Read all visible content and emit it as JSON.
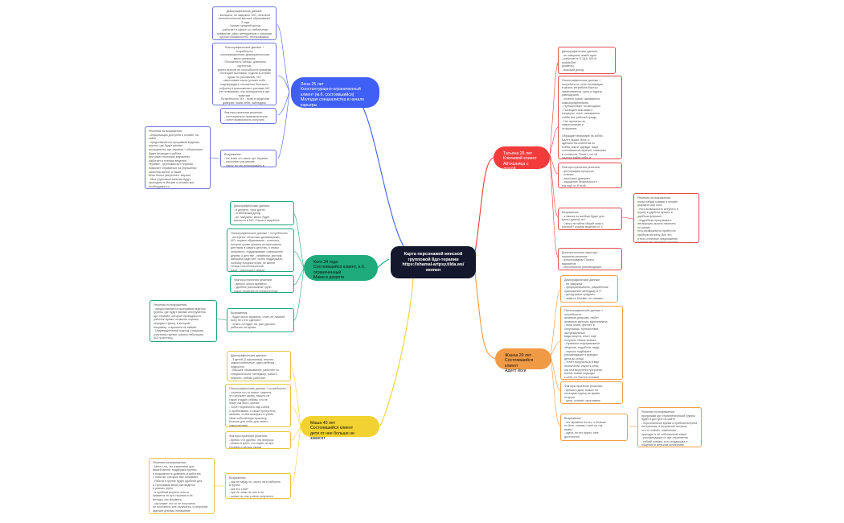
{
  "root": {
    "title": "Карта персонажей женской\nгрупповой 8дл-терапии\nhttps://shamal-artpsy.tilda.ws/\nwomen"
  },
  "branches": {
    "lena": {
      "title": "Лена 25 лет\nКонстантурарно-ограниченный\nклиент (м.б. состоявшийся)\nМолодая специалистка в начале\nкарьеры",
      "color": "#3f5ff5",
      "cards": {
        "demo": "Демографические данные:\n- женщина, не замужем, МО, неполное\nпсихологическое высшее образование\n- 3 года\n- Низкие средний доход\n- работает в офисе со стабильным\nграфиком, офис менеджером с широким\nкругом обязанностей, тестировщица",
        "psycho": "Психографические данные + потребности\n- консервационная: демократическая,\nмного вопросов\n- Положила в Голицы, довольно крутостью\nуспеть внесли её способности примеры\n- Посещает выставки, ходила в онлайн\nкурсы по рисованию, МХ\n- смысловые корни (узнает себе -\nподтверждать отношения большого\nсобрать) в приложении к рекламе МХ\n(не понимаемо, как тренируется в арт\nпрактике\n- Потребности: МХ - быть в обществе\nдоверия, поиск себя, наблюдать\nпоиском собственно самого себя,\nразвивать креативность и работать\nбыть успешной",
        "factors": "Факторы принятия решения:\n- потенциально привлекательна\n- хотел возможность получить\nресурсы (объёмы) открытых, чего",
        "questions": "Возражения:\n- Не знаю что такое арт-терапия\n- насколько рисование\n- смогу ли что использовать в жизни\n- как до нее добраться?",
        "solution": "Решения на возражения:\n- информация доступна в онлайн, на\nсайте\n- представляется программа ведения\nгруппы, где будут разные\nинструменты арт-терапии + объяснения\nбудет проводить работа\nпри каких полезных вариантах\nработает в техники ведения\nтерапии - групповая арт-терапия\nпомогает справиться на улучшении\nкачества жизни, а также\nбыть более увереннее: мерсия\n- Мои групповые занятия будут\nпроходить в Москве и онлайн при необходимости\nи - ВК\n- Все практики приходится от и из\nАвтономная (Автономный) онлайн, прочитать можно в\nинтернете!"
      }
    },
    "katya": {
      "title": "Катя 34 года\nСостоявшийся клиент, н.б.\nограниченный\nМама в декрете",
      "color": "#1eaa7a",
      "cards": {
        "demo": "Демографические данные:\n- в декрете, трое детей\n- стабильный доход\n- вс, замужем, много будет\nкрепость в МО, 3 вуза и подобное",
        "psycho": "Психографические данные + потребности:\n- интересы: несколько дизайнерских,\nМО, первое образование - психолог,\nкоторое кроме кризиса интересовала\nдетством в самого детства, и семья\nнеприятно, поддерживает совершенно\nдерево о детстве - семейном, уютном,\nженщина ради неё, очень поддержать,\nпоэтому предпочтения, не менее\nтеперь психологической\nдаже - уменьшает связан -\nМО и больше не имею,\nпредставить как удовольствие",
        "factors": "Факторы принятия решения:\n- деньги, много времени\n- удобное расписание групп\nтакже решения на предпочтение\nформат",
        "questions": "Возражения:\n- будет много времени, стать её лишней\nмогу ли я это сделать?\n- нужно ли будет ли, уже уделять\nработать на время",
        "solution": "Решения на возражения:\n- предоставляется программа ведения\nгруппы, где будут разные инструменты\nарт-терапии, которые проводятся в\nрабочее время, позволят хорошо\nпередать группу, в которой\nнапример, а времени не займёт\n- Индивидуальный подход к каждому\nучастнику группы, группы небольшие\n(6-8 участниц)"
      }
    },
    "masha": {
      "title": "Маша 40 лет\nСостоявшийся клиент\nдети от нее больше не зависят",
      "color": "#f2d230",
      "cards": {
        "demo": "Демографические данные:\n- 3 детей (2 школьника), вполне\nсамостоятельные, один ребёнок -\nподросток\n- Высшее образование, работает по\nспециальности, менеджер, работа\nнемного, сейчас работает\nв офисе",
        "psycho": "Психографические данные + потребности:\n- хочется что-то новое, кажется,\nчто упускает жизнь, вышла на\nтакую стадию сейчас, что не\nзнает как быть, кризис\n- Хочет поработать над собой,\nс проблемами, а также пропустить\nзанятия, чтобы выиграть в учёбе,\nсвою собственную практику,\nбольше для себя, для своего\nсамочувствия\n- нашла в себе смелость, хочет понять\nвыходит на курс в жизни",
        "factors": "Факторы принятия решения:\n- время, что удобно, что вопросы\n- можно в фото, что сидит ли арт-\nтерапия и делать своим\nчувствам",
        "questions": "Возражения:\n- как не найду ли, смогу ли я работать\nв группе\n- как это стоит\n- при не знаю ни чем я ли\n- жалко ли, как у меня получится\n- ничего не получится",
        "solution": "Решения на возражения:\n- Место ли, что изменения для\nвашей жизни, поддержка группы\nи возможность доверять и работать\nс теми же, которые вас понимают\n- Работа в группе будет удобной для\nи Программа мной уже ведётся\nи разных групп\n- в пробной встрече чем-то\nнравится ли арт-терапия и её\nметоды, как формата\n- как может что-то не получится\nне получится, все получатся, и результат\nсделает для вас понимание"
      }
    },
    "tanya": {
      "title": "Татьяна 26 лет\nКлючевой клиент\nАйтишница с душой",
      "color": "#f23c3c",
      "cards": {
        "demo": "Демографические данные:\n- не замужем, живёт одна\n- работает в IT (QA, UI/UX, middle/Dev\nуровень)\n- высокий доход\n- живет в Москве\n- без детей",
        "psycho": "Психографические данные +\nпотребности: хочет мотивации\nв жизни, её работа быстро\nзаканчивается, цели и задачи\nравнодушна,\n- хочется новое, заниматься\nсамоопределением,\n- Путешествует на выходных\n- Посещает выставки и\nконцерты, хочет заниматься\nхобби вне рабочей среды,\n- Нет времени на\nсамопознание и\nотношение,\n\nОбращает внимание на хобби,\nБалет, вокал, йога, и\nоделась бы клиентом по\nхобби, книги, одежде, ищет\nсостоявшихся мужчин, знакомых\nв основном, Пишет, что ей\nхочется найти себя, и\nинтересных знакомых,\n\nПотребности: в заботе,\nотношения с собой, в\nвызове, раскрытия\nкреатива, в нахождении себя",
        "factors": "Факторы принятия решения:\n- фотографии процесса\n- отзывы\n- насколько доверяет\n- ощущение безопасности\nтак ещё от Я этой\n- удобный формат\nи стоимость",
        "questions": "Возражения:\n- а нашла ли вообще будет для\nменя группой ли?\n- Смогу ли найти общий язык с\nгруппой? (группа ведения от 3\nчеловек)\n- У меня мало времени, будет\nли это удобно?",
        "solution": "Решения на возражения:\nпоказ гибкий график в онлайн\nформате или очно\n- есть возможность вступить в\nгруппу в удобное время, в\nудобном формате\n- подробная программа и\nинструкция, можно начинать\nпо шагам\nесть возможность прийти на\nпробную встречу. Всё это\nи есть отличное предложение\nесли её арт-терапия подходит\nи будет ей удобна для\nрасширения её круга общения",
        "extra": "Дополнительные факторы\nпринятия решения:\n- использование Проект\nвариантов\n- персонально рекомендации\nпсихотерапевтов\n- тематические вебинары, отзывы"
      }
    },
    "zhanna": {
      "title": "Жанна 29 лет\nСостоявшийся клиент\nАдепт йоги",
      "color": "#f19a45",
      "cards": {
        "demo": "Демографические данные:\n- не замужем\n- предприниматель, разработчик\nприложений, менеджер в IT\n- доход выше среднего\n- живет в Москве, не снимает\nквартиру, есть машина",
        "psycho": "Психографические данные + потребности:\nактивная девушка, любит\nактивные занятия, вдохновлена\n- йога, книги, фитнес в\nспортзалах, путешествия, экстремальные\nвиды спорта, хочет ещё\nполучить новые знания\n- Нравится неформальное\nобщение, подобные люди,\n- хорошо подбирает\nрекомендации и доводит\nдела до конца\n- Хочет погрузиться в мир\nпсихологии, изучать себя,\nкак она внутренне устроена,\nискать новые подходы\nк себе, не боится отзывов\nсебе, осознанность",
        "factors": "Факторы принятия решения:\n- время и дата, можно ли\nпосещать группу во время\nотпуска\n- цена, отзывы, программа\n- чем группа поможет ей\nрасширять круг общения",
        "questions": "Возражения:\n- нет времени на это, я больше\nпо йоге, книгам, и всё не так\nважно\n- здесь ли это нужно, мне\nдостаточно\n- насколько это может быть\nинтересно как стать смыслом",
        "solution": "Решения на возражения:\nпрограмма арт-терапевтической группы\nбудет в доступе на сайте\n- персональное время и пробная встреча\nинтересная, в результате встречи\nчто-то поймёт, изменения\nприходят в её собственной жизни\n- рекомендации от арт-терапевтов\n- гибкий график, есть поддержка и\nобщение в женском коллективе"
      }
    }
  }
}
